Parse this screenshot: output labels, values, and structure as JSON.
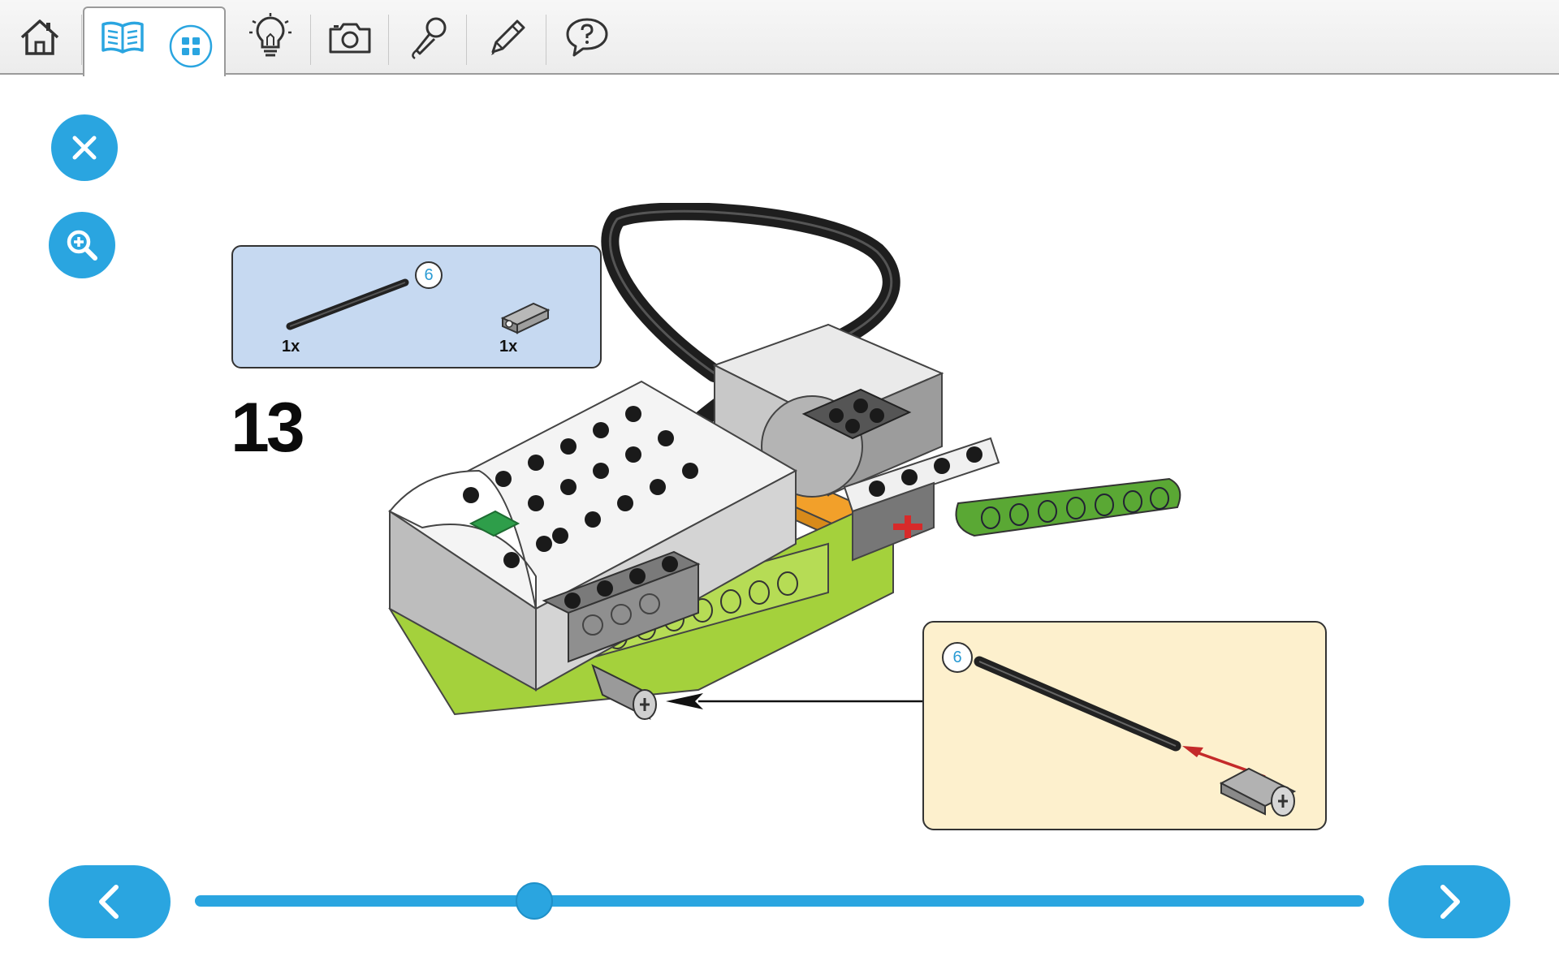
{
  "toolbar": {
    "items": [
      {
        "id": "home",
        "icon": "home-icon"
      },
      {
        "id": "build",
        "icon": "book-icon",
        "active": true
      },
      {
        "id": "grid",
        "icon": "grid-icon"
      },
      {
        "id": "ideas",
        "icon": "lightbulb-icon"
      },
      {
        "id": "camera",
        "icon": "camera-icon"
      },
      {
        "id": "record",
        "icon": "microphone-icon"
      },
      {
        "id": "notes",
        "icon": "pencil-icon"
      },
      {
        "id": "help",
        "icon": "help-icon"
      }
    ]
  },
  "side_buttons": {
    "close": {
      "icon": "close-icon"
    },
    "zoom": {
      "icon": "zoom-in-icon"
    }
  },
  "step": {
    "number": "13",
    "parts": [
      {
        "name": "axle",
        "qty": "1x",
        "length": "6"
      },
      {
        "name": "bushing",
        "qty": "1x"
      }
    ],
    "callout": {
      "axle_length": "6"
    }
  },
  "navigation": {
    "prev_icon": "chevron-left-icon",
    "next_icon": "chevron-right-icon",
    "progress_fraction": 0.29
  },
  "colors": {
    "accent": "#2aa5e0",
    "parts_box_bg": "#c6d9f1",
    "callout_bg": "#fdf0cd",
    "lime": "#9fcf3a",
    "orange": "#f2a02a"
  }
}
